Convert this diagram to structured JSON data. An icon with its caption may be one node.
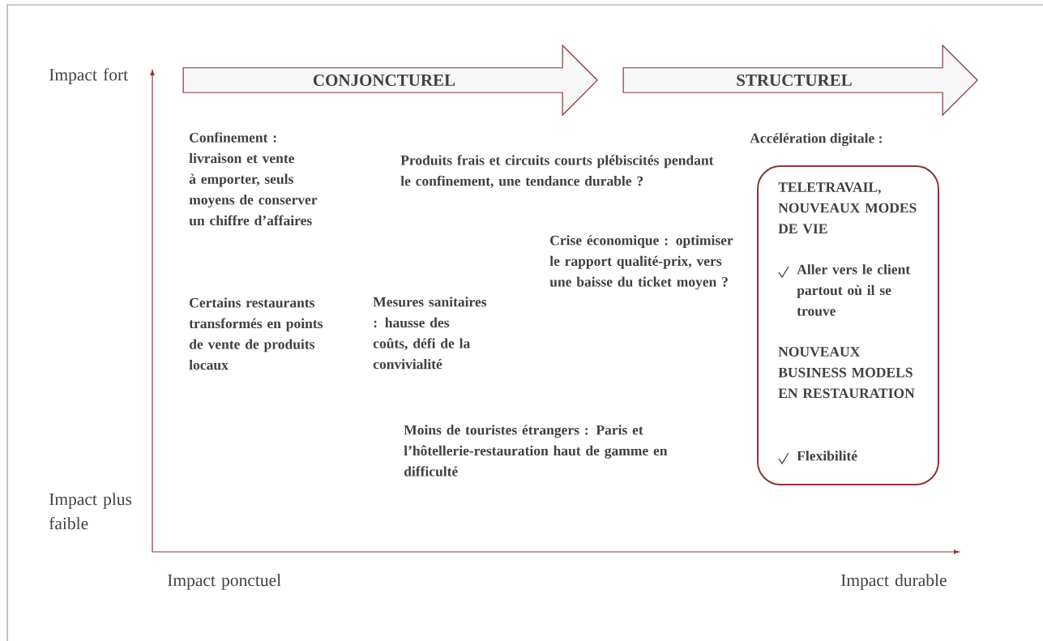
{
  "diagram": {
    "nodes": [
      {
        "text": [
          "CONJONCTUREL"
        ]
      },
      {
        "text": [
          "STRUCTUREL"
        ]
      },
      {
        "text": [
          "Accélération digitale :",
          "TELETRAVAIL, NOUVEAUX MODES DE VIE",
          "Aller vers le client partout où il se trouve",
          "NOUVEAUX BUSINESS MODELS EN RESTAURATION",
          "Flexibilité"
        ]
      }
    ],
    "labels": [
      "Impact fort",
      "Confinement : livraison et vente à emporter, seuls moyens de conserver un chiffre d’affaires",
      "Produits frais et circuits courts plébiscités pendant le confinement, une tendance durable ?",
      "Crise économique : optimiser le rapport qualité-prix, vers une baisse du ticket moyen ?",
      "Certains restaurants transformés en points de vente de produits locaux",
      "Mesures sanitaires : hausse des coûts, défi de la convivialité",
      "Moins de touristes étrangers : Paris et l’hôtellerie-restauration haut de gamme en difficulté",
      "Impact plus faible",
      "Impact ponctuel",
      "Impact durable"
    ]
  }
}
